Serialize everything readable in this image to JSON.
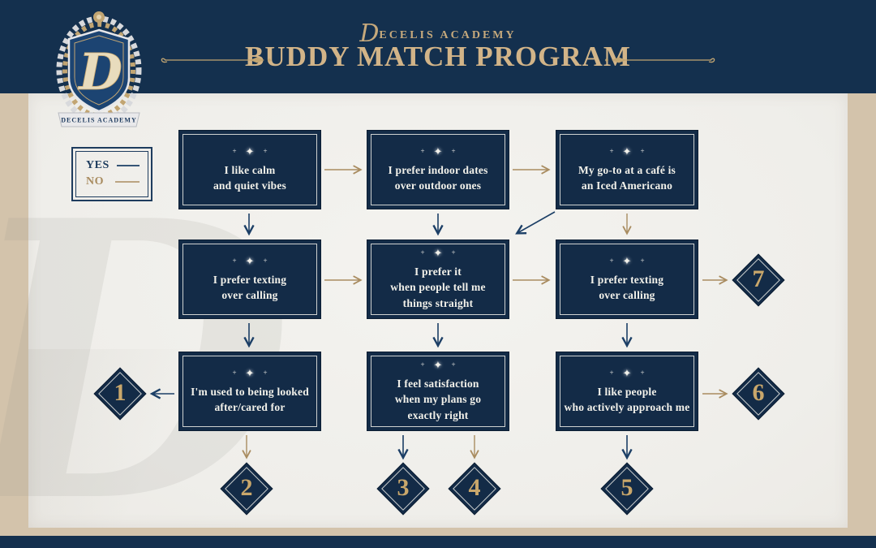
{
  "header": {
    "academy_initial": "D",
    "academy_rest": "ECELIS ACADEMY",
    "title": "BUDDY MATCH PROGRAM"
  },
  "crest": {
    "monogram": "D",
    "ribbon_text": "DECELIS ACADEMY"
  },
  "legend": {
    "yes": "YES",
    "no": "NO"
  },
  "ornament": {
    "side": "+",
    "center": "✦"
  },
  "questions": [
    {
      "lines": [
        "I like calm",
        "and quiet vibes"
      ]
    },
    {
      "lines": [
        "I prefer indoor dates",
        "over outdoor ones"
      ]
    },
    {
      "lines": [
        "My go-to at a café is",
        "an Iced Americano"
      ]
    },
    {
      "lines": [
        "I prefer texting",
        "over calling"
      ]
    },
    {
      "lines": [
        "I prefer it",
        "when people tell me",
        "things straight"
      ]
    },
    {
      "lines": [
        "I prefer texting",
        "over calling"
      ]
    },
    {
      "lines": [
        "I'm used to being looked",
        "after/cared for"
      ]
    },
    {
      "lines": [
        "I feel satisfaction",
        "when my plans go",
        "exactly right"
      ]
    },
    {
      "lines": [
        "I like people",
        "who actively approach me"
      ]
    }
  ],
  "results": [
    {
      "number": "1"
    },
    {
      "number": "2"
    },
    {
      "number": "3"
    },
    {
      "number": "4"
    },
    {
      "number": "5"
    },
    {
      "number": "6"
    },
    {
      "number": "7"
    }
  ],
  "colors": {
    "header_navy": "#14304e",
    "box_navy": "#132b47",
    "title_gold": "#d2b488",
    "number_gold": "#c9a76b",
    "frame_tan": "#d3c3ab",
    "paper": "#f1f0ec",
    "arrow_yes_navy": "#1c3f66",
    "arrow_no_tan": "#a98c60"
  }
}
